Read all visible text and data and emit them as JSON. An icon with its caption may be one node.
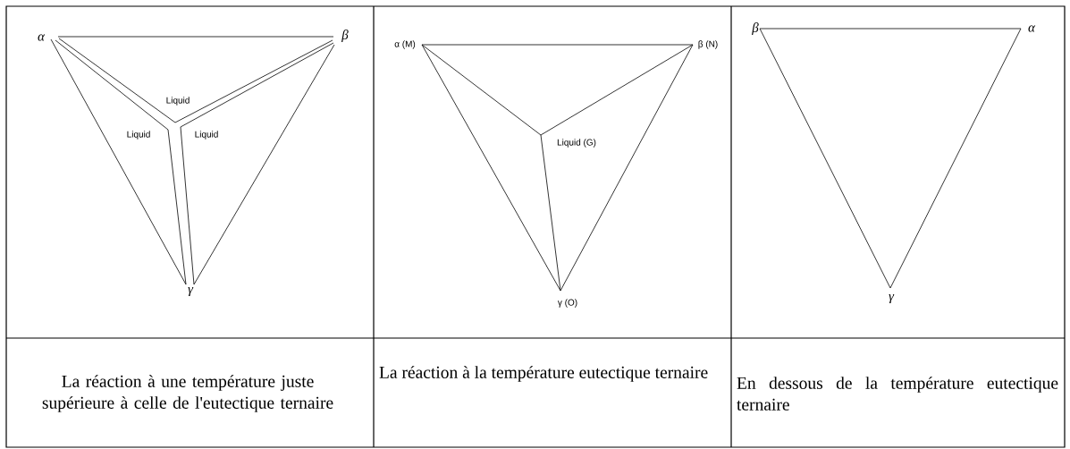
{
  "diagram": {
    "labels": [
      "α",
      "β",
      "Liquid",
      "Liquid",
      "Liquid",
      "γ",
      "α (M)",
      "β (N)",
      "Liquid (G)",
      "γ (O)",
      "β",
      "α",
      "γ",
      "La réaction à une température juste supérieure à celle de l'eutectique ternaire",
      "La réaction à la température eutectique ternaire",
      "En dessous de la température eutectique ternaire"
    ]
  }
}
